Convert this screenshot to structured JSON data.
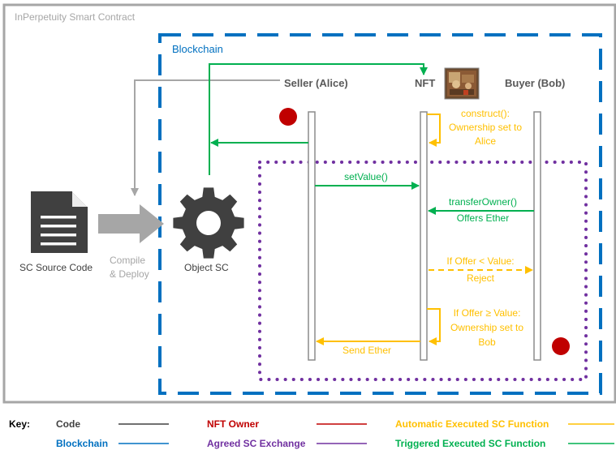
{
  "frame_title": "InPerpetuity Smart Contract",
  "blockchain_label": "Blockchain",
  "actors": {
    "seller": "Seller (Alice)",
    "nft": "NFT",
    "buyer": "Buyer (Bob)"
  },
  "source": {
    "label": "SC Source Code",
    "compile_line1": "Compile",
    "compile_line2": "& Deploy",
    "object_label": "Object SC"
  },
  "messages": {
    "construct": [
      "construct():",
      "Ownership set to",
      "Alice"
    ],
    "set_value": "setValue()",
    "transfer_owner": [
      "transferOwner()",
      "Offers Ether"
    ],
    "reject": [
      "If Offer < Value:",
      "Reject"
    ],
    "accept": [
      "If Offer ≥ Value:",
      "Ownership set to",
      "Bob"
    ],
    "send_ether": "Send Ether"
  },
  "key": {
    "title": "Key:",
    "items": [
      {
        "label": "Code",
        "color": "#404040",
        "dash": "solid"
      },
      {
        "label": "NFT Owner",
        "color": "#c00000",
        "dash": "solid"
      },
      {
        "label": "Automatic Executed SC Function",
        "color": "#ffc000",
        "dash": "solid"
      },
      {
        "label": "Blockchain",
        "color": "#0070c0",
        "dash": "solid"
      },
      {
        "label": "Agreed SC Exchange",
        "color": "#7030a0",
        "dash": "solid"
      },
      {
        "label": "Triggered Executed SC Function",
        "color": "#00b050",
        "dash": "solid"
      }
    ]
  },
  "colors": {
    "frame": "#a6a6a6",
    "blockchain": "#0070c0",
    "exchange": "#7030a0",
    "triggered": "#00b050",
    "automatic": "#ffc000",
    "owner": "#c00000",
    "code": "#595959",
    "muted": "#a6a6a6"
  }
}
